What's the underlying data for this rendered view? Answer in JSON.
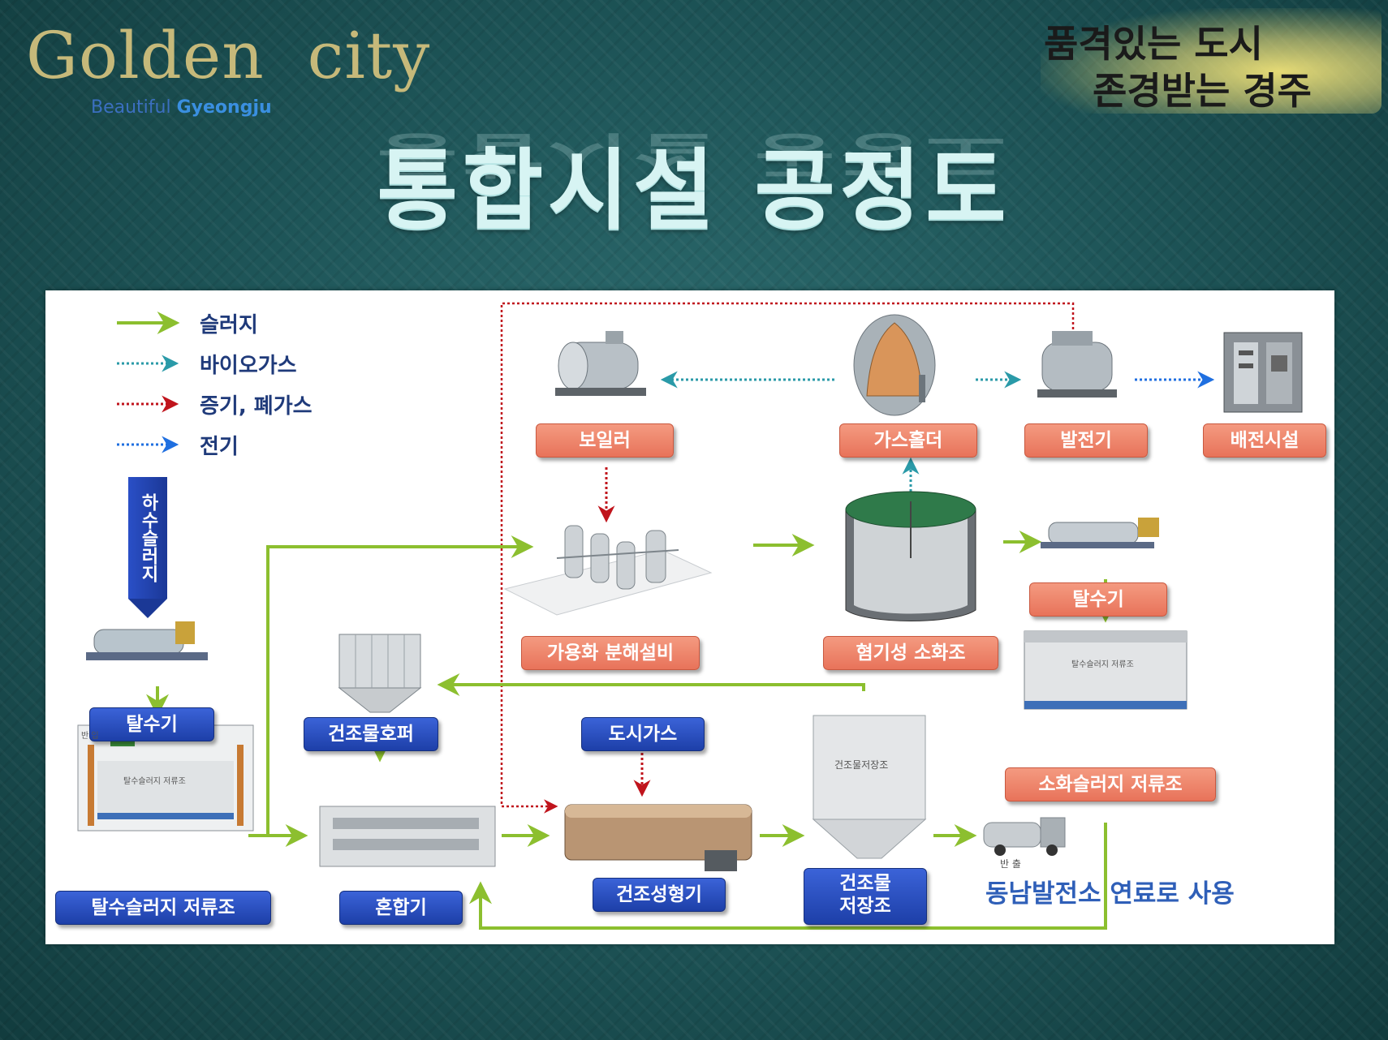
{
  "brand": {
    "title": "Golden  city",
    "subtitle_a": "Beautiful",
    "subtitle_b": "Gyeongju"
  },
  "slogan": {
    "line1": "품격있는 도시",
    "line2": "존경받는 경주"
  },
  "title": "통합시설 공정도",
  "legend": [
    {
      "label": "슬러지",
      "color": "#8cbf2f",
      "style": "solid"
    },
    {
      "label": "바이오가스",
      "color": "#2a9aa8",
      "style": "dotted"
    },
    {
      "label": "증기, 폐가스",
      "color": "#c0141c",
      "style": "dotted"
    },
    {
      "label": "전기",
      "color": "#1f6fe0",
      "style": "dotted"
    }
  ],
  "input": "하수슬러지",
  "nodes": {
    "boiler": "보일러",
    "gas_holder": "가스홀더",
    "generator": "발전기",
    "distribution": "배전시설",
    "solubilization": "가용화 분해설비",
    "digester": "혐기성 소화조",
    "dewatering_right": "탈수기",
    "digested_storage": "소화슬러지 저류조",
    "dewatering_left": "탈수기",
    "dewatered_storage": "탈수슬러지 저류조",
    "dried_hopper": "건조물호퍼",
    "mixer": "혼합기",
    "city_gas": "도시가스",
    "dryer": "건조성형기",
    "dried_storage_l1": "건조물",
    "dried_storage_l2": "저장조"
  },
  "image_texts": {
    "tank_label": "탈수슬러지 저류조",
    "digested_tank_label": "탈수슬러지 저류조",
    "silo_label": "건조물저장조",
    "truck_in": "반 입",
    "truck_out": "반 출"
  },
  "final_use": "동남발전소 연료로 사용"
}
